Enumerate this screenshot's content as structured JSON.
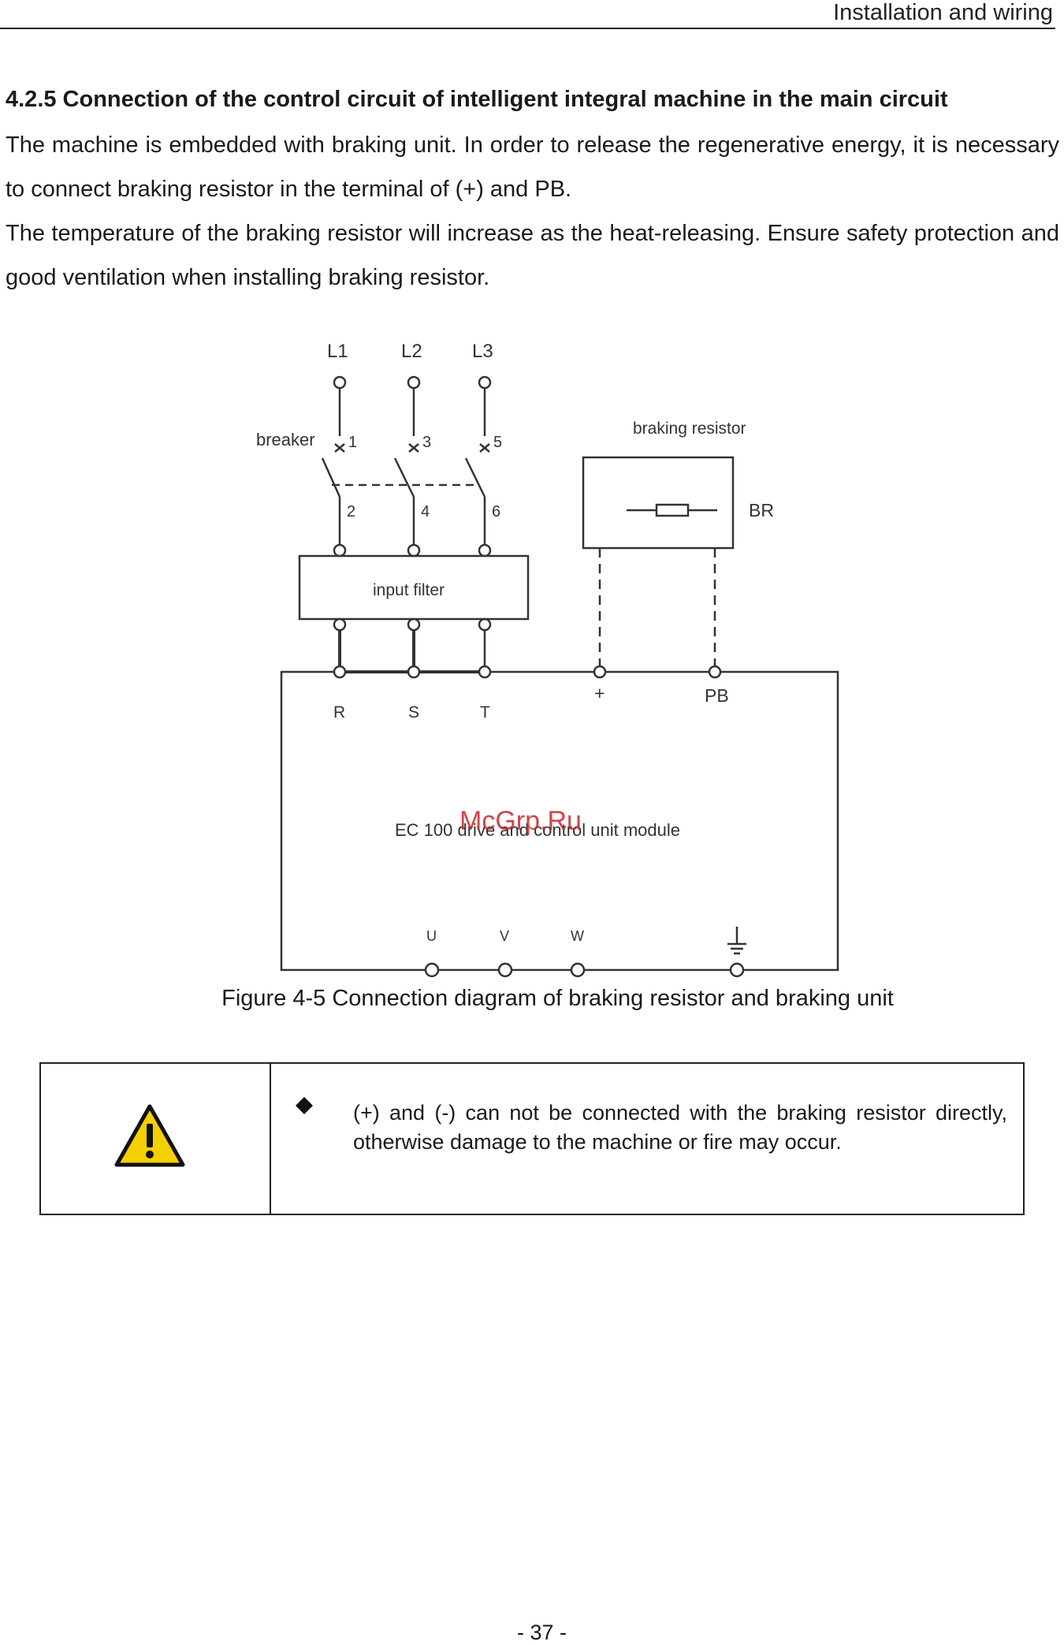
{
  "header": {
    "title": "Installation and wiring"
  },
  "section": {
    "title": "4.2.5 Connection of the control circuit of intelligent integral machine in the main circuit"
  },
  "paragraphs": [
    "The machine is embedded with braking unit. In order to release the regenerative energy, it is necessary to connect braking resistor in the terminal of (+) and PB.",
    "The temperature of the braking resistor will increase as the heat-releasing. Ensure safety protection and good ventilation when installing braking resistor."
  ],
  "diagram": {
    "phase_labels": [
      "L1",
      "L2",
      "L3"
    ],
    "breaker_label": "breaker",
    "breaker_top_numbers": [
      "1",
      "3",
      "5"
    ],
    "breaker_bottom_numbers": [
      "2",
      "4",
      "6"
    ],
    "filter_label": "input filter",
    "resistor_label": "braking resistor",
    "resistor_code": "BR",
    "input_terminals": [
      "R",
      "S",
      "T"
    ],
    "plus_terminal": "+",
    "pb_terminal": "PB",
    "module_label": "EC 100 drive and control unit module",
    "output_terminals": [
      "U",
      "V",
      "W"
    ],
    "watermark": "McGrp.Ru"
  },
  "figure": {
    "caption": "Figure 4-5 Connection diagram of braking resistor and braking unit"
  },
  "warning": {
    "text": "(+) and (-) can not be connected with the braking resistor directly, otherwise damage to the machine or fire may occur.",
    "icon_color": "#f5d000"
  },
  "footer": {
    "page_number": "- 37 -"
  }
}
